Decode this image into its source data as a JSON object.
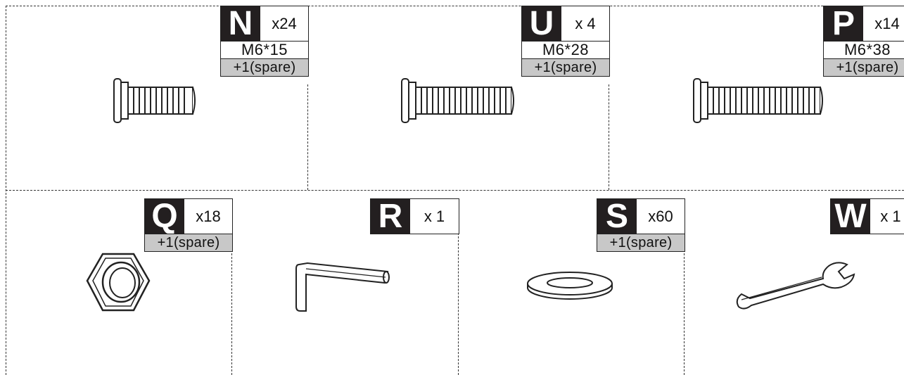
{
  "parts": [
    {
      "letter": "N",
      "qty": "x24",
      "size": "M6*15",
      "spare": "+1(spare)",
      "icon": "short-bolt-icon"
    },
    {
      "letter": "U",
      "qty": "x 4",
      "size": "M6*28",
      "spare": "+1(spare)",
      "icon": "medium-bolt-icon"
    },
    {
      "letter": "P",
      "qty": "x14",
      "size": "M6*38",
      "spare": "+1(spare)",
      "icon": "long-bolt-icon"
    },
    {
      "letter": "Q",
      "qty": "x18",
      "spare": "+1(spare)",
      "icon": "hex-nut-icon"
    },
    {
      "letter": "R",
      "qty": "x 1",
      "icon": "allen-key-icon"
    },
    {
      "letter": "S",
      "qty": "x60",
      "spare": "+1(spare)",
      "icon": "washer-icon"
    },
    {
      "letter": "W",
      "qty": "x 1",
      "icon": "wrench-icon"
    }
  ]
}
